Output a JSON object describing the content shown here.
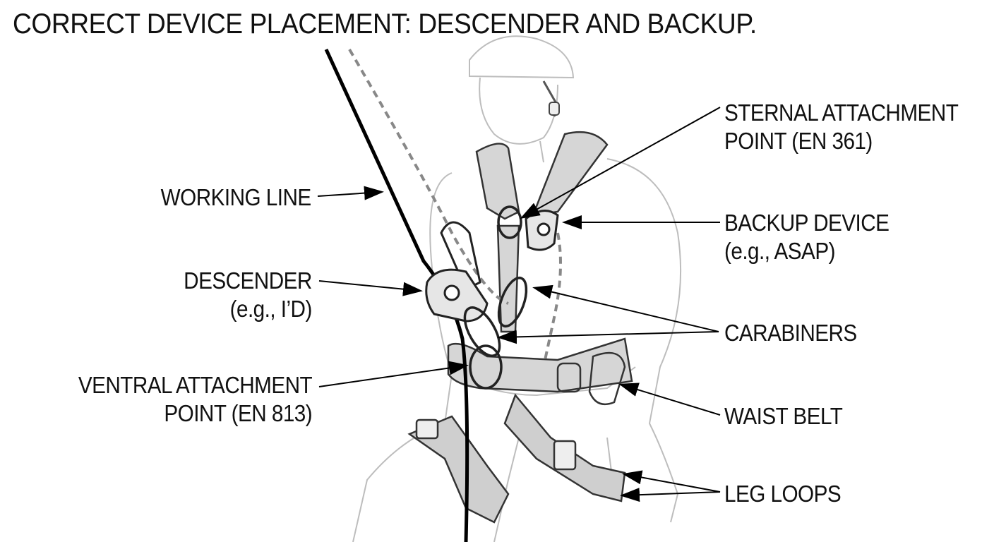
{
  "title": "CORRECT DEVICE PLACEMENT: DESCENDER AND BACKUP.",
  "labels": {
    "working_line": "WORKING LINE",
    "descender_line1": "DESCENDER",
    "descender_line2": "(e.g., I’D)",
    "ventral_line1": "VENTRAL ATTACHMENT",
    "ventral_line2": "POINT (EN 813)",
    "sternal_line1": "STERNAL ATTACHMENT",
    "sternal_line2": "POINT (EN 361)",
    "backup_line1": "BACKUP DEVICE",
    "backup_line2": "(e.g., ASAP)",
    "carabiners": "CARABINERS",
    "waist_belt": "WAIST BELT",
    "leg_loops": "LEG LOOPS"
  }
}
